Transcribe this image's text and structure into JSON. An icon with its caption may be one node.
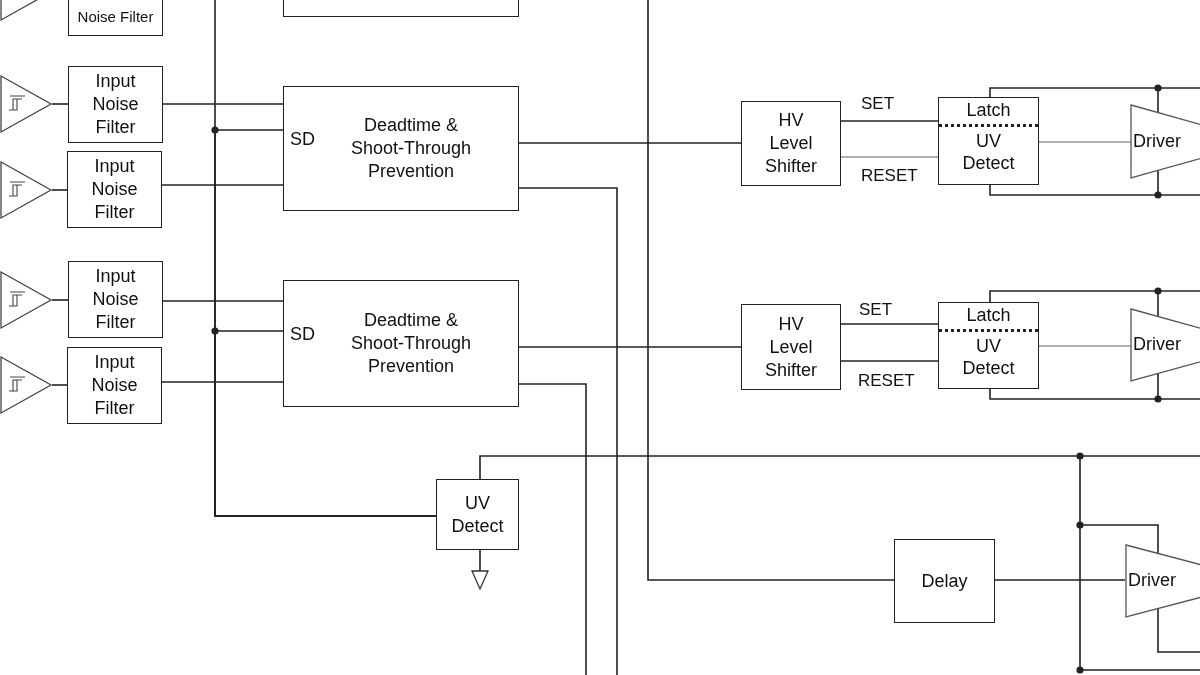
{
  "diagram": {
    "nodes": [
      {
        "text": [],
        "shape": "triangle"
      },
      {
        "text": [
          "Noise Filter"
        ]
      },
      {
        "text": [],
        "shape": "box"
      },
      {
        "text": [],
        "shape": "triangle"
      },
      {
        "text": [
          "Input Noise Filter"
        ]
      },
      {
        "text": [],
        "shape": "triangle"
      },
      {
        "text": [
          "Input Noise Filter"
        ]
      },
      {
        "text": [
          "SD",
          "Deadtime & Shoot-Through Prevention"
        ]
      },
      {
        "text": [],
        "shape": "triangle"
      },
      {
        "text": [
          "Input Noise Filter"
        ]
      },
      {
        "text": [],
        "shape": "triangle"
      },
      {
        "text": [
          "Input Noise Filter"
        ]
      },
      {
        "text": [
          "SD",
          "Deadtime & Shoot-Through Prevention"
        ]
      },
      {
        "text": [
          "HV Level Shifter"
        ]
      },
      {
        "text": [
          "Latch",
          "UV Detect"
        ]
      },
      {
        "text": [
          "Driver"
        ]
      },
      {
        "text": [
          "HV Level Shifter"
        ]
      },
      {
        "text": [
          "Latch",
          "UV Detect"
        ]
      },
      {
        "text": [
          "Driver"
        ]
      },
      {
        "text": [
          "UV Detect"
        ]
      },
      {
        "text": [],
        "shape": "triangle"
      },
      {
        "text": [
          "Delay"
        ]
      },
      {
        "text": [
          "Driver"
        ]
      }
    ],
    "edges": [
      {
        "from": 3,
        "to": 4,
        "arrow": "none"
      },
      {
        "from": 5,
        "to": 6,
        "arrow": "none"
      },
      {
        "from": 8,
        "to": 9,
        "arrow": "none"
      },
      {
        "from": 10,
        "to": 11,
        "arrow": "none"
      },
      {
        "from": 4,
        "to": 7,
        "arrow": "none"
      },
      {
        "from": 6,
        "to": 7,
        "arrow": "none"
      },
      {
        "from": 9,
        "to": 12,
        "arrow": "none"
      },
      {
        "from": 11,
        "to": 12,
        "arrow": "none"
      },
      {
        "from": 7,
        "to": 13,
        "arrow": "none"
      },
      {
        "from": 12,
        "to": 16,
        "arrow": "none"
      },
      {
        "from": 13,
        "to": 14,
        "arrow": "none",
        "label": "SET"
      },
      {
        "from": 13,
        "to": 14,
        "arrow": "none",
        "label": "RESET",
        "color": "#999999"
      },
      {
        "from": 14,
        "to": 15,
        "arrow": "none",
        "color": "#999999"
      },
      {
        "from": 16,
        "to": 17,
        "arrow": "none",
        "label": "SET"
      },
      {
        "from": 16,
        "to": 17,
        "arrow": "none",
        "label": "RESET"
      },
      {
        "from": 17,
        "to": 18,
        "arrow": "none",
        "color": "#999999"
      },
      {
        "from": 19,
        "to": 7,
        "arrow": "none"
      },
      {
        "from": 19,
        "to": 12,
        "arrow": "none"
      },
      {
        "from": 19,
        "to": null,
        "arrow": "none"
      },
      {
        "from": 19,
        "to": 20,
        "arrow": "none"
      },
      {
        "from": 7,
        "to": null,
        "arrow": "none"
      },
      {
        "from": 12,
        "to": null,
        "arrow": "none"
      },
      {
        "from": null,
        "to": 21,
        "arrow": "none"
      },
      {
        "from": 21,
        "to": 22,
        "arrow": "none"
      },
      {
        "from": 19,
        "to": 22,
        "arrow": "none"
      },
      {
        "from": 14,
        "to": 15,
        "arrow": "none"
      },
      {
        "from": 14,
        "to": 15,
        "arrow": "none"
      },
      {
        "from": 17,
        "to": 18,
        "arrow": "none"
      },
      {
        "from": 17,
        "to": 18,
        "arrow": "none"
      }
    ]
  }
}
